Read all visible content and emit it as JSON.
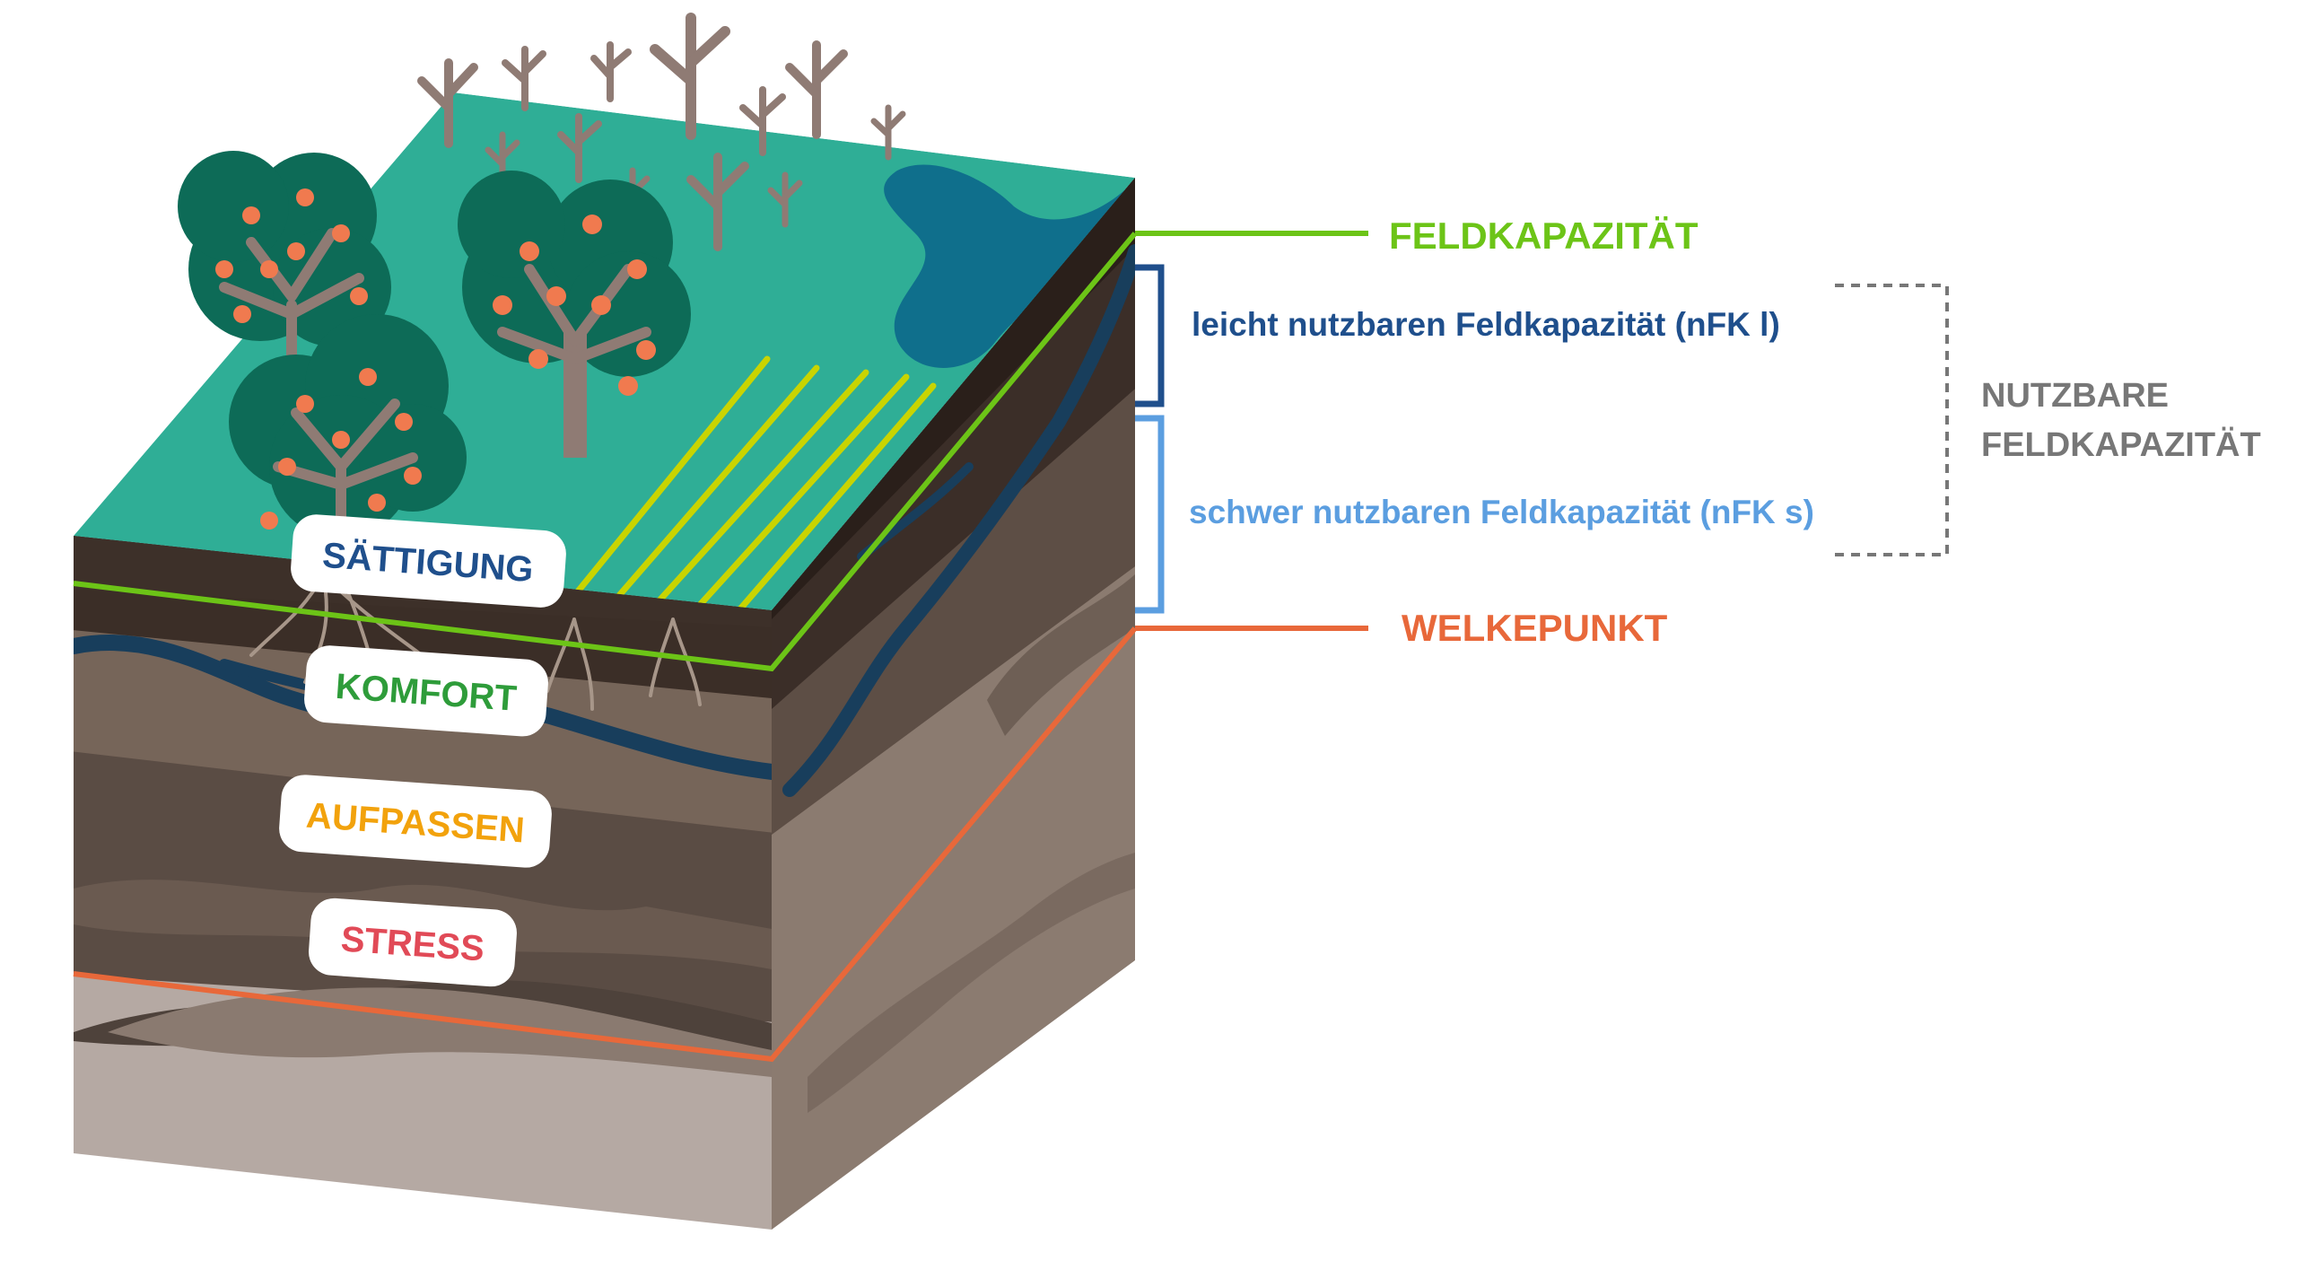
{
  "labels": {
    "field_capacity": "FELDKAPAZITÄT",
    "easily_usable": "leicht nutzbaren Feldkapazität (nFK l)",
    "hard_usable": "schwer nutzbaren Feldkapazität (nFK s)",
    "usable_line1": "NUTZBARE",
    "usable_line2": "FELDKAPAZITÄT",
    "wilting_point": "WELKEPUNKT"
  },
  "zones": [
    {
      "label": "SÄTTIGUNG",
      "color": "#1f4f8c"
    },
    {
      "label": "KOMFORT",
      "color": "#2e9c3a"
    },
    {
      "label": "AUFPASSEN",
      "color": "#f2a20c"
    },
    {
      "label": "STRESS",
      "color": "#e14a57"
    }
  ],
  "colors": {
    "field_capacity": "#6cc417",
    "easily_usable": "#1f4f8c",
    "hard_usable": "#5b9ee0",
    "wilting_point": "#e8683a",
    "usable_bracket": "#777777",
    "grass": "#2fae96",
    "water": "#0f6f8c"
  }
}
